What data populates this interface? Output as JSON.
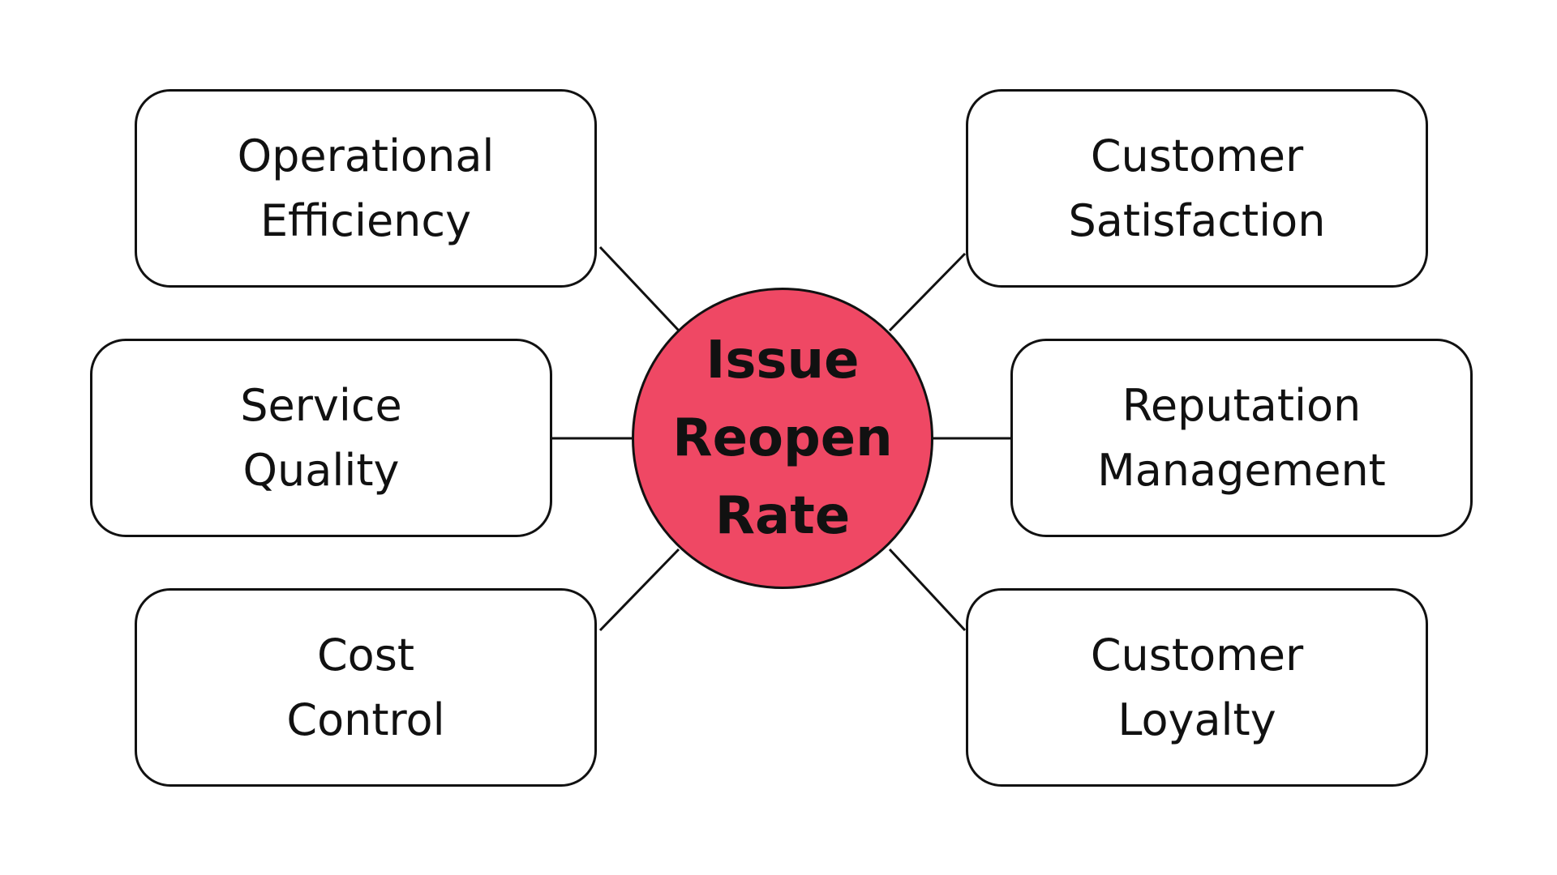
{
  "hub": {
    "lines": [
      "Issue",
      "Reopen",
      "Rate"
    ],
    "fill_color": "#ef4864"
  },
  "nodes": {
    "top_left": {
      "lines": [
        "Operational",
        "Efficiency"
      ]
    },
    "middle_left": {
      "lines": [
        "Service",
        "Quality"
      ]
    },
    "bottom_left": {
      "lines": [
        "Cost",
        "Control"
      ]
    },
    "top_right": {
      "lines": [
        "Customer",
        "Satisfaction"
      ]
    },
    "middle_right": {
      "lines": [
        "Reputation",
        "Management"
      ]
    },
    "bottom_right": {
      "lines": [
        "Customer",
        "Loyalty"
      ]
    }
  },
  "colors": {
    "stroke": "#111111",
    "background": "#ffffff"
  }
}
